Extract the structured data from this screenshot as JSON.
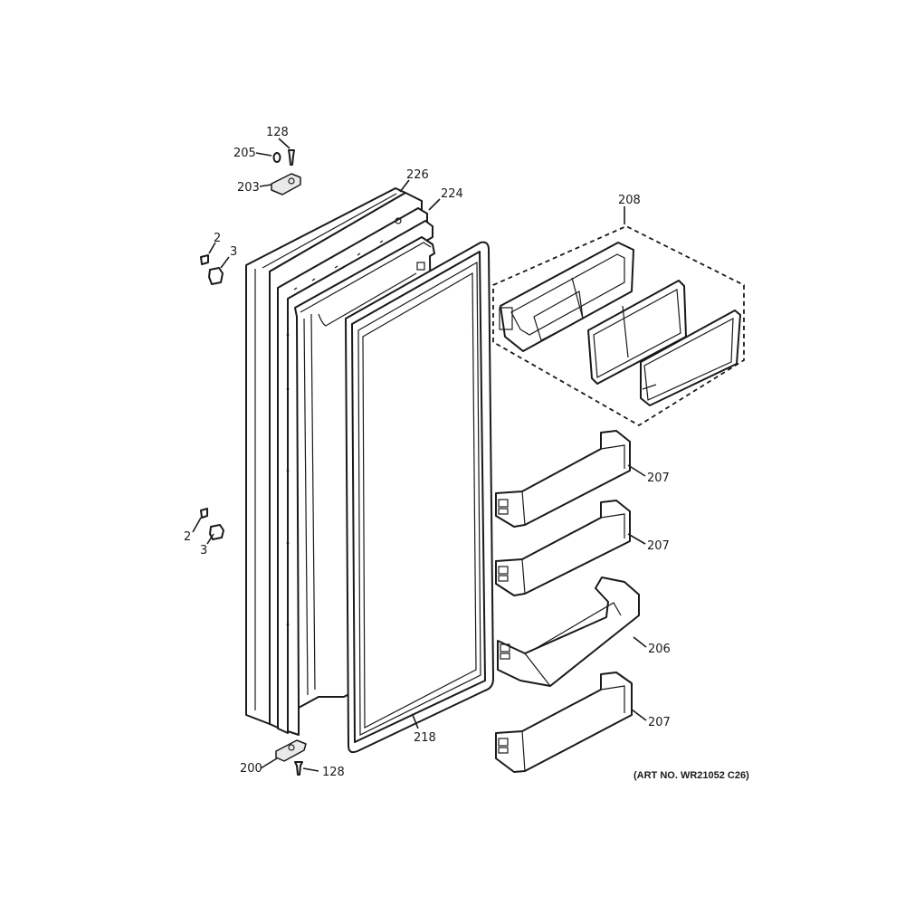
{
  "callouts": {
    "c128_top": "128",
    "c205": "205",
    "c203": "203",
    "c226": "226",
    "c224": "224",
    "c208": "208",
    "c2_top": "2",
    "c3_top": "3",
    "c207_a": "207",
    "c207_b": "207",
    "c2_bot": "2",
    "c3_bot": "3",
    "c206": "206",
    "c207_c": "207",
    "c218": "218",
    "c200": "200",
    "c128_bot": "128"
  },
  "art_number": "(ART NO. WR21052 C26)"
}
